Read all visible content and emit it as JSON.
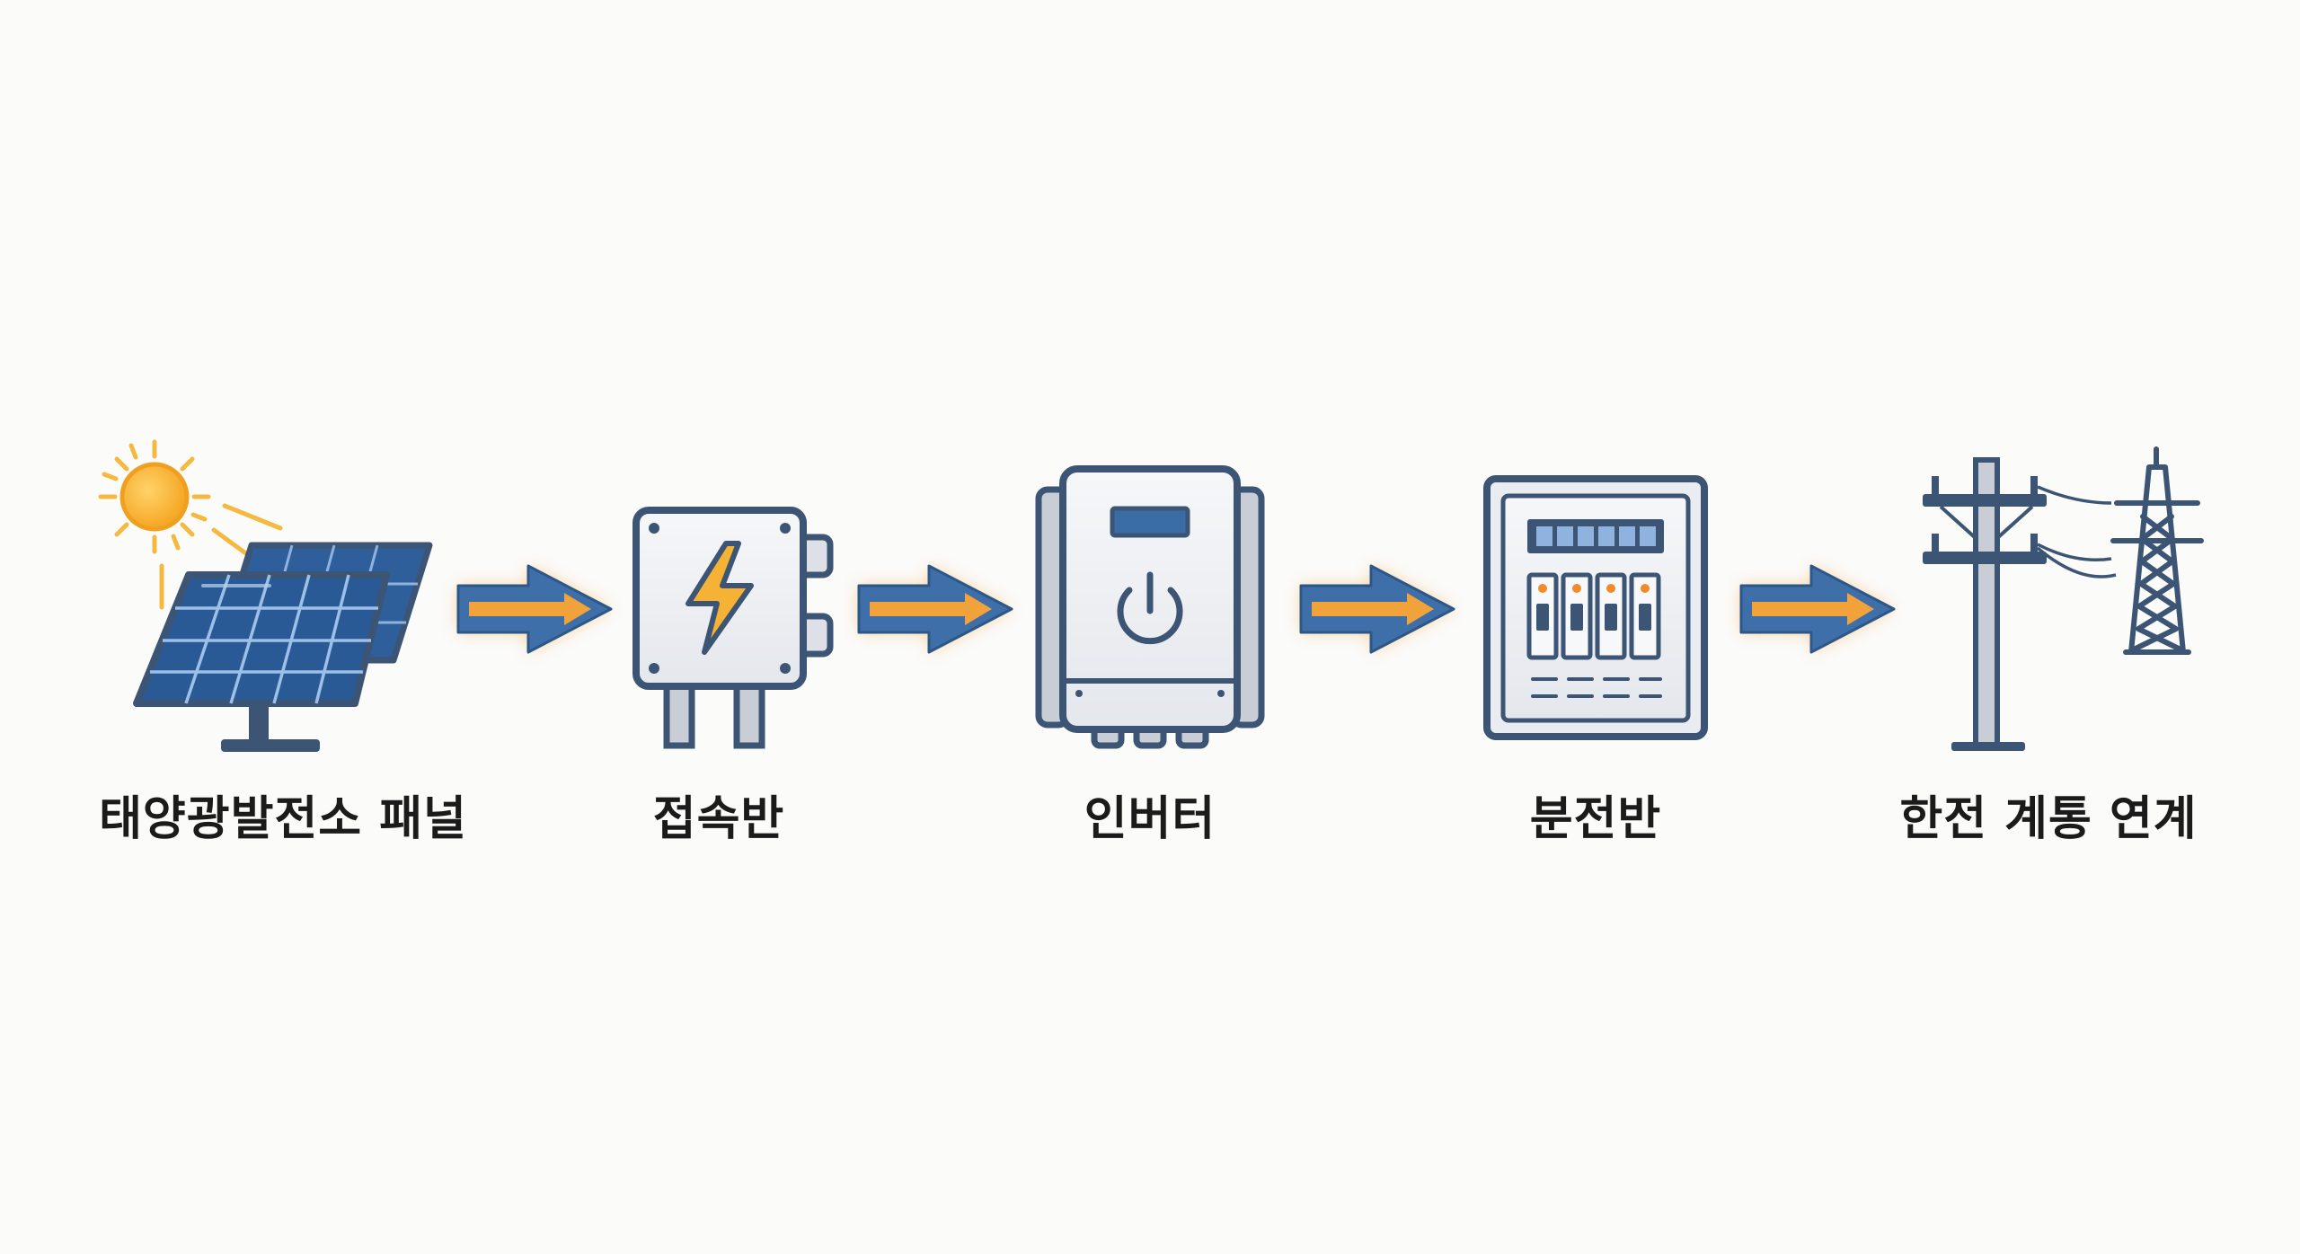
{
  "diagram": {
    "stages": [
      {
        "id": "solar-panel",
        "label": "태양광발전소 패널",
        "icon": "solar-panel-icon"
      },
      {
        "id": "junction-box",
        "label": "접속반",
        "icon": "junction-box-icon"
      },
      {
        "id": "inverter",
        "label": "인버터",
        "icon": "inverter-icon"
      },
      {
        "id": "distribution-panel",
        "label": "분전반",
        "icon": "distribution-panel-icon"
      },
      {
        "id": "grid-connection",
        "label": "한전 계통 연계",
        "icon": "power-grid-icon"
      }
    ],
    "colors": {
      "outline": "#3d5575",
      "panel_blue": "#2f5f9a",
      "sun": "#f5b942",
      "arrow_body": "#3e6fa8",
      "arrow_core": "#f2a23a",
      "box_fill": "#eef0f3",
      "label_text": "#1b1b1b"
    }
  }
}
